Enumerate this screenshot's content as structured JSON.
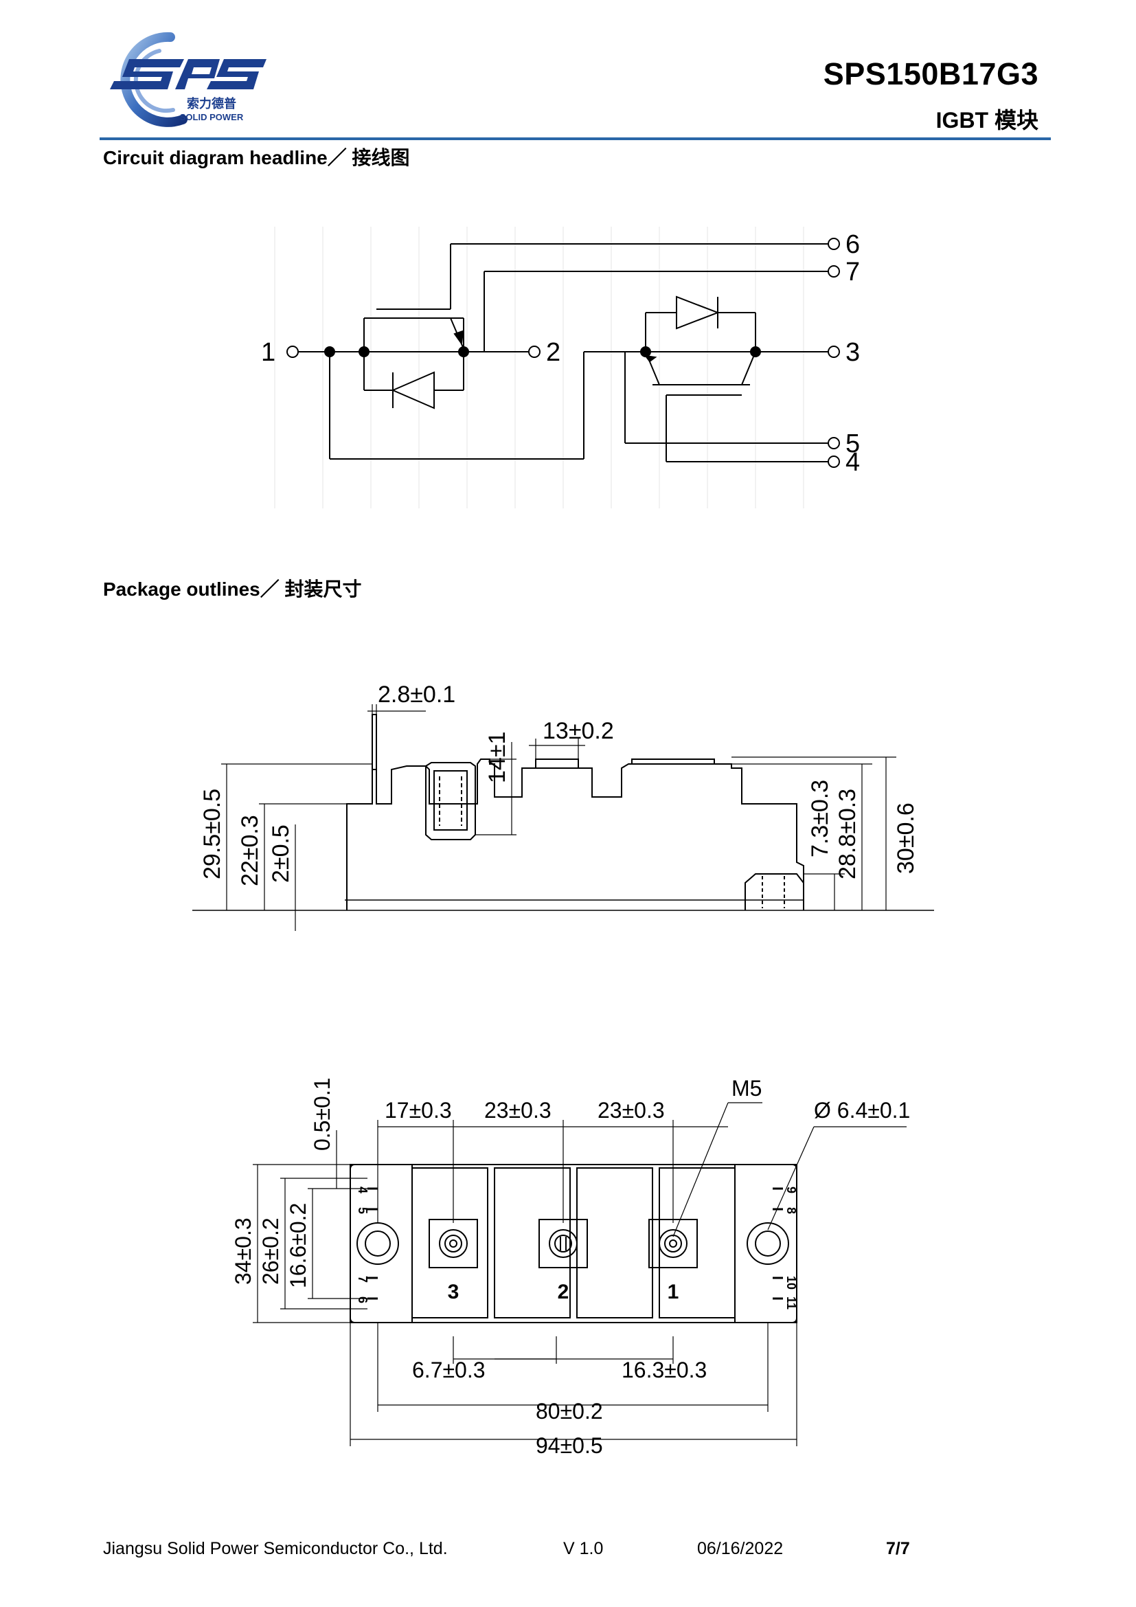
{
  "header": {
    "logo": {
      "wordmark": "SPS",
      "chinese": "索力德普",
      "english": "SOLID POWER"
    },
    "part_number": "SPS150B17G3",
    "part_type": "IGBT 模块"
  },
  "sections": {
    "circuit": {
      "title": "Circuit diagram headline／ 接线图"
    },
    "package": {
      "title": "Package outlines／ 封装尺寸"
    }
  },
  "circuit_diagram": {
    "terminals": [
      "1",
      "2",
      "3",
      "4",
      "5",
      "6",
      "7"
    ]
  },
  "side_view": {
    "dims": {
      "pin_width": "2.8±0.1",
      "terminal_height": "14±1",
      "nut_width": "13±0.2",
      "total_height": "29.5±0.5",
      "body_height": "22±0.3",
      "base_plate": "2±0.5",
      "mount_offset": "7.3±0.3",
      "height_to_top": "28.8±0.3",
      "overall_height": "30±0.6"
    }
  },
  "top_view": {
    "dims": {
      "pin_offset": "0.5±0.1",
      "pitch_a": "17±0.3",
      "pitch_b": "23±0.3",
      "pitch_c": "23±0.3",
      "thread": "M5",
      "hole_diameter": "Ø 6.4±0.1",
      "width": "34±0.3",
      "pin_span": "26±0.2",
      "pin_pitch": "16.6±0.2",
      "offset_left": "6.7±0.3",
      "offset_right": "16.3±0.3",
      "mount_pitch": "80±0.2",
      "length": "94±0.5"
    },
    "terminal_numbers": [
      "3",
      "2",
      "1"
    ],
    "pin_labels_left": [
      "4",
      "5",
      "7",
      "6"
    ],
    "pin_labels_right": [
      "9",
      "8",
      "10",
      "11"
    ]
  },
  "footer": {
    "company": "Jiangsu Solid Power Semiconductor Co., Ltd.",
    "version": "V 1.0",
    "date": "06/16/2022",
    "page": "7/7"
  },
  "colors": {
    "accent": "#2a67a8",
    "logo_blue": "#1c3f8f"
  }
}
